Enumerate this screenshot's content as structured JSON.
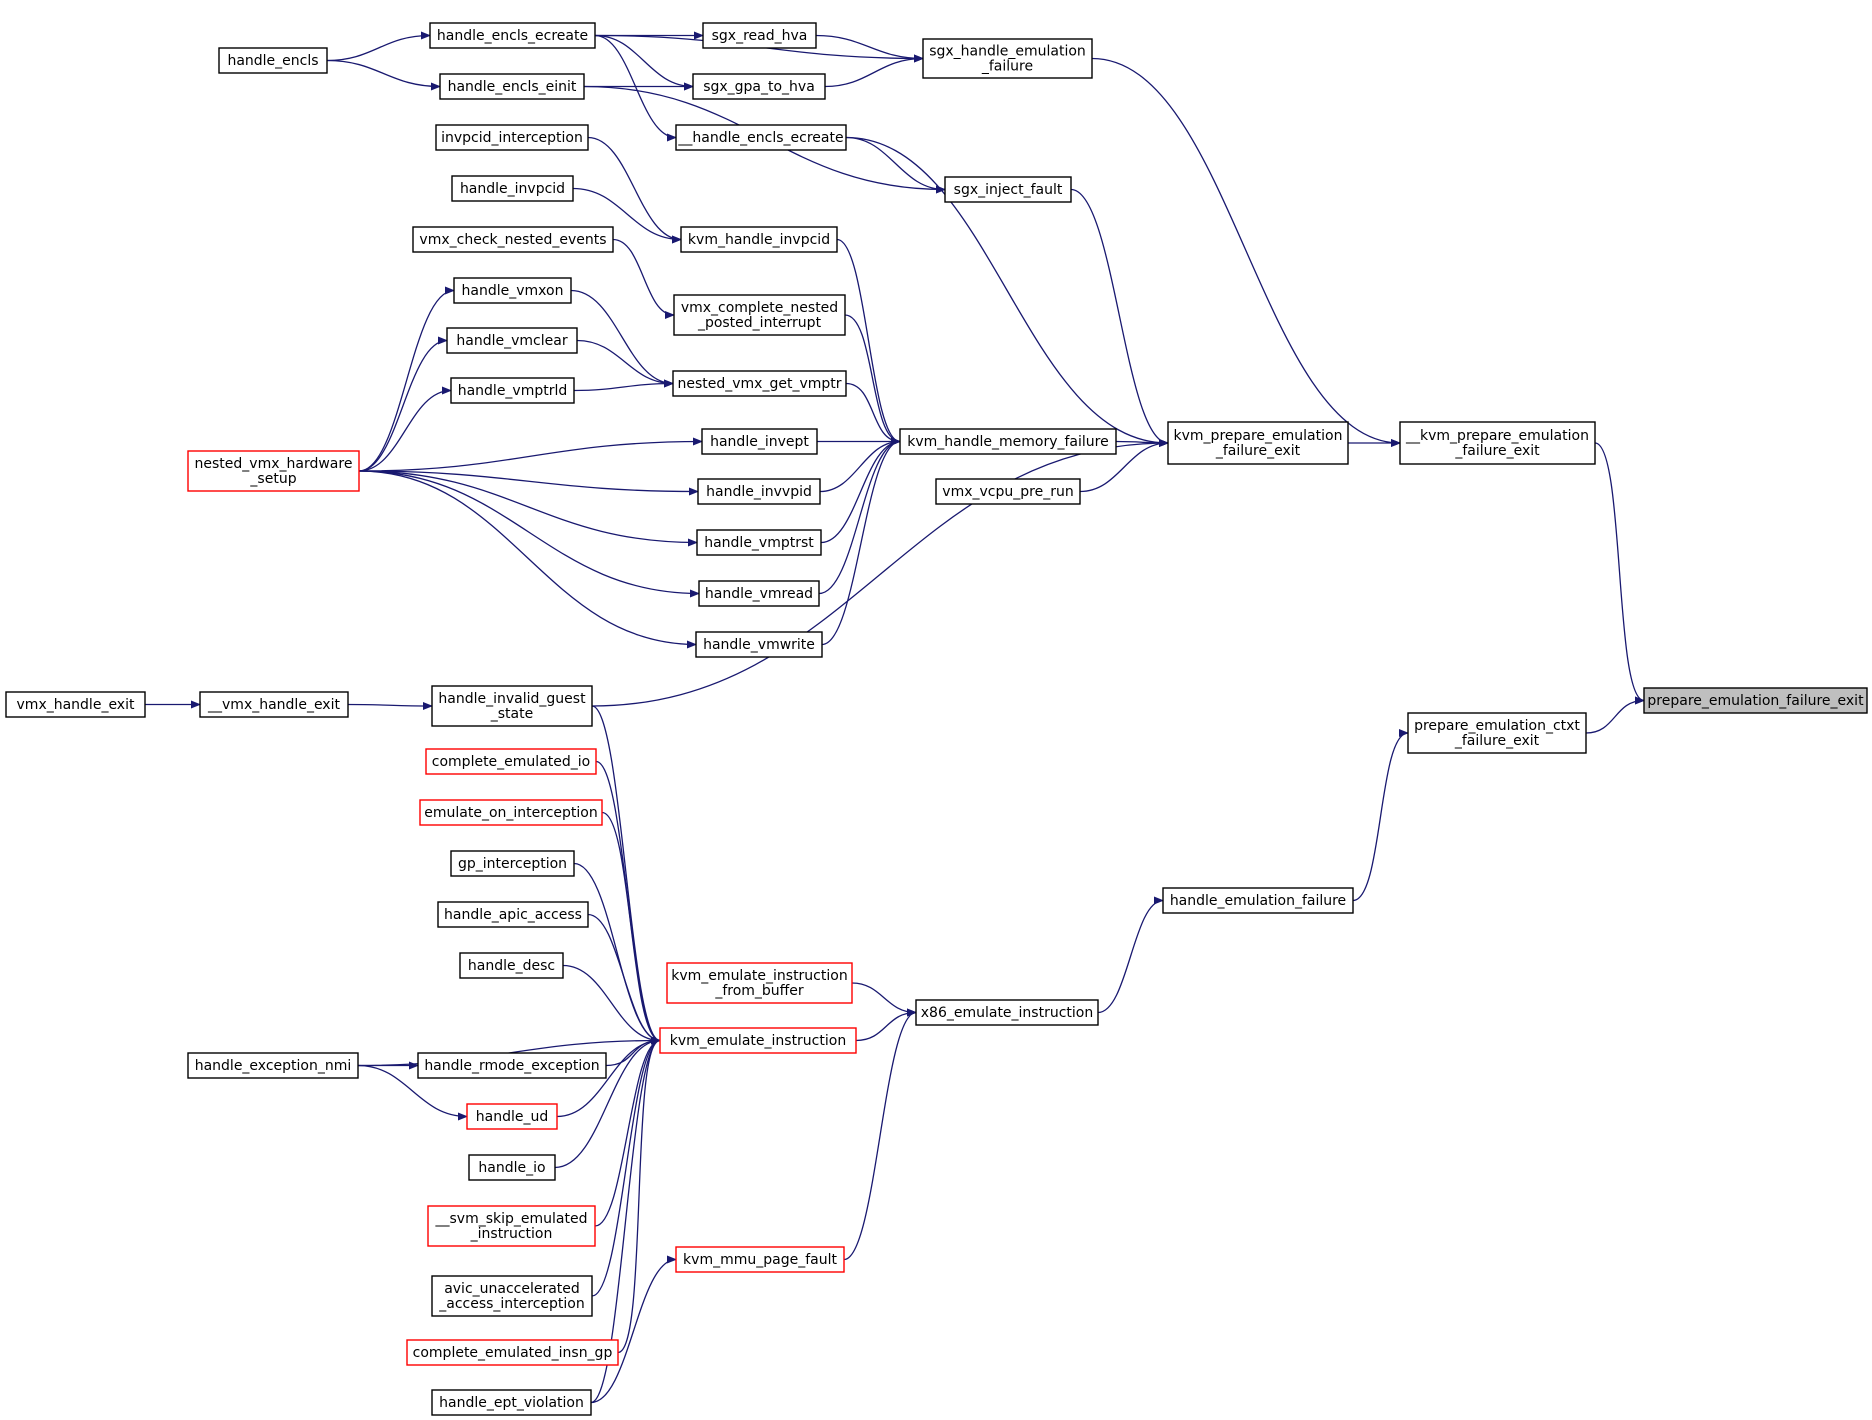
{
  "colors": {
    "edge": "#191970",
    "node_border": "#000000",
    "node_border_partial": "#ff0000",
    "root_fill": "#bfbfbf",
    "node_fill": "#ffffff"
  },
  "graph": {
    "root": "prepare_emulation_failure_exit",
    "nodes": [
      {
        "id": "prepare_emulation_failure_exit",
        "lines": [
          "prepare_emulation_failure_exit"
        ],
        "root": true
      },
      {
        "id": "__kvm_prepare_emulation_failure_exit",
        "lines": [
          "__kvm_prepare_emulation",
          "_failure_exit"
        ]
      },
      {
        "id": "prepare_emulation_ctxt_failure_exit",
        "lines": [
          "prepare_emulation_ctxt",
          "_failure_exit"
        ]
      },
      {
        "id": "kvm_prepare_emulation_failure_exit",
        "lines": [
          "kvm_prepare_emulation",
          "_failure_exit"
        ]
      },
      {
        "id": "sgx_handle_emulation_failure",
        "lines": [
          "sgx_handle_emulation",
          "_failure"
        ]
      },
      {
        "id": "handle_emulation_failure",
        "lines": [
          "handle_emulation_failure"
        ]
      },
      {
        "id": "x86_emulate_instruction",
        "lines": [
          "x86_emulate_instruction"
        ]
      },
      {
        "id": "kvm_handle_memory_failure",
        "lines": [
          "kvm_handle_memory_failure"
        ]
      },
      {
        "id": "vmx_vcpu_pre_run",
        "lines": [
          "vmx_vcpu_pre_run"
        ]
      },
      {
        "id": "sgx_inject_fault",
        "lines": [
          "sgx_inject_fault"
        ]
      },
      {
        "id": "handle_invalid_guest_state",
        "lines": [
          "handle_invalid_guest",
          "_state"
        ]
      },
      {
        "id": "__vmx_handle_exit",
        "lines": [
          "__vmx_handle_exit"
        ]
      },
      {
        "id": "vmx_handle_exit",
        "lines": [
          "vmx_handle_exit"
        ]
      },
      {
        "id": "handle_encls_ecreate",
        "lines": [
          "handle_encls_ecreate"
        ]
      },
      {
        "id": "handle_encls_einit",
        "lines": [
          "handle_encls_einit"
        ]
      },
      {
        "id": "handle_encls",
        "lines": [
          "handle_encls"
        ]
      },
      {
        "id": "sgx_read_hva",
        "lines": [
          "sgx_read_hva"
        ]
      },
      {
        "id": "sgx_gpa_to_hva",
        "lines": [
          "sgx_gpa_to_hva"
        ]
      },
      {
        "id": "__handle_encls_ecreate",
        "lines": [
          "__handle_encls_ecreate"
        ]
      },
      {
        "id": "kvm_handle_invpcid",
        "lines": [
          "kvm_handle_invpcid"
        ]
      },
      {
        "id": "invpcid_interception",
        "lines": [
          "invpcid_interception"
        ]
      },
      {
        "id": "handle_invpcid",
        "lines": [
          "handle_invpcid"
        ]
      },
      {
        "id": "vmx_complete_nested_posted_interrupt",
        "lines": [
          "vmx_complete_nested",
          "_posted_interrupt"
        ]
      },
      {
        "id": "vmx_check_nested_events",
        "lines": [
          "vmx_check_nested_events"
        ]
      },
      {
        "id": "nested_vmx_get_vmptr",
        "lines": [
          "nested_vmx_get_vmptr"
        ]
      },
      {
        "id": "handle_vmxon",
        "lines": [
          "handle_vmxon"
        ]
      },
      {
        "id": "handle_vmclear",
        "lines": [
          "handle_vmclear"
        ]
      },
      {
        "id": "handle_vmptrld",
        "lines": [
          "handle_vmptrld"
        ]
      },
      {
        "id": "handle_invept",
        "lines": [
          "handle_invept"
        ]
      },
      {
        "id": "handle_invvpid",
        "lines": [
          "handle_invvpid"
        ]
      },
      {
        "id": "handle_vmptrst",
        "lines": [
          "handle_vmptrst"
        ]
      },
      {
        "id": "handle_vmread",
        "lines": [
          "handle_vmread"
        ]
      },
      {
        "id": "handle_vmwrite",
        "lines": [
          "handle_vmwrite"
        ]
      },
      {
        "id": "nested_vmx_hardware_setup",
        "lines": [
          "nested_vmx_hardware",
          "_setup"
        ],
        "partial": true
      },
      {
        "id": "kvm_emulate_instruction_from_buffer",
        "lines": [
          "kvm_emulate_instruction",
          "_from_buffer"
        ],
        "partial": true
      },
      {
        "id": "kvm_emulate_instruction",
        "lines": [
          "kvm_emulate_instruction"
        ],
        "partial": true
      },
      {
        "id": "kvm_mmu_page_fault",
        "lines": [
          "kvm_mmu_page_fault"
        ],
        "partial": true
      },
      {
        "id": "complete_emulated_io",
        "lines": [
          "complete_emulated_io"
        ],
        "partial": true
      },
      {
        "id": "emulate_on_interception",
        "lines": [
          "emulate_on_interception"
        ],
        "partial": true
      },
      {
        "id": "gp_interception",
        "lines": [
          "gp_interception"
        ]
      },
      {
        "id": "handle_apic_access",
        "lines": [
          "handle_apic_access"
        ]
      },
      {
        "id": "handle_desc",
        "lines": [
          "handle_desc"
        ]
      },
      {
        "id": "handle_rmode_exception",
        "lines": [
          "handle_rmode_exception"
        ]
      },
      {
        "id": "handle_exception_nmi",
        "lines": [
          "handle_exception_nmi"
        ]
      },
      {
        "id": "handle_ud",
        "lines": [
          "handle_ud"
        ],
        "partial": true
      },
      {
        "id": "handle_io",
        "lines": [
          "handle_io"
        ]
      },
      {
        "id": "__svm_skip_emulated_instruction",
        "lines": [
          "__svm_skip_emulated",
          "_instruction"
        ],
        "partial": true
      },
      {
        "id": "avic_unaccelerated_access_interception",
        "lines": [
          "avic_unaccelerated",
          "_access_interception"
        ]
      },
      {
        "id": "complete_emulated_insn_gp",
        "lines": [
          "complete_emulated_insn_gp"
        ],
        "partial": true
      },
      {
        "id": "handle_ept_violation",
        "lines": [
          "handle_ept_violation"
        ]
      }
    ],
    "edges": [
      [
        "__kvm_prepare_emulation_failure_exit",
        "prepare_emulation_failure_exit"
      ],
      [
        "prepare_emulation_ctxt_failure_exit",
        "prepare_emulation_failure_exit"
      ],
      [
        "kvm_prepare_emulation_failure_exit",
        "__kvm_prepare_emulation_failure_exit"
      ],
      [
        "sgx_handle_emulation_failure",
        "__kvm_prepare_emulation_failure_exit"
      ],
      [
        "handle_emulation_failure",
        "prepare_emulation_ctxt_failure_exit"
      ],
      [
        "x86_emulate_instruction",
        "handle_emulation_failure"
      ],
      [
        "kvm_handle_memory_failure",
        "kvm_prepare_emulation_failure_exit"
      ],
      [
        "vmx_vcpu_pre_run",
        "kvm_prepare_emulation_failure_exit"
      ],
      [
        "sgx_inject_fault",
        "kvm_prepare_emulation_failure_exit"
      ],
      [
        "__handle_encls_ecreate",
        "kvm_prepare_emulation_failure_exit"
      ],
      [
        "handle_invalid_guest_state",
        "kvm_prepare_emulation_failure_exit"
      ],
      [
        "__vmx_handle_exit",
        "handle_invalid_guest_state"
      ],
      [
        "vmx_handle_exit",
        "__vmx_handle_exit"
      ],
      [
        "handle_encls_ecreate",
        "sgx_handle_emulation_failure"
      ],
      [
        "sgx_read_hva",
        "sgx_handle_emulation_failure"
      ],
      [
        "sgx_gpa_to_hva",
        "sgx_handle_emulation_failure"
      ],
      [
        "handle_encls_ecreate",
        "sgx_read_hva"
      ],
      [
        "handle_encls_ecreate",
        "sgx_gpa_to_hva"
      ],
      [
        "handle_encls_einit",
        "sgx_gpa_to_hva"
      ],
      [
        "handle_encls",
        "handle_encls_ecreate"
      ],
      [
        "handle_encls",
        "handle_encls_einit"
      ],
      [
        "handle_encls_ecreate",
        "__handle_encls_ecreate"
      ],
      [
        "__handle_encls_ecreate",
        "sgx_inject_fault"
      ],
      [
        "handle_encls_einit",
        "sgx_inject_fault"
      ],
      [
        "invpcid_interception",
        "kvm_handle_invpcid"
      ],
      [
        "handle_invpcid",
        "kvm_handle_invpcid"
      ],
      [
        "kvm_handle_invpcid",
        "kvm_handle_memory_failure"
      ],
      [
        "vmx_check_nested_events",
        "vmx_complete_nested_posted_interrupt"
      ],
      [
        "vmx_complete_nested_posted_interrupt",
        "kvm_handle_memory_failure"
      ],
      [
        "handle_vmxon",
        "nested_vmx_get_vmptr"
      ],
      [
        "handle_vmclear",
        "nested_vmx_get_vmptr"
      ],
      [
        "handle_vmptrld",
        "nested_vmx_get_vmptr"
      ],
      [
        "nested_vmx_get_vmptr",
        "kvm_handle_memory_failure"
      ],
      [
        "handle_invept",
        "kvm_handle_memory_failure"
      ],
      [
        "handle_invvpid",
        "kvm_handle_memory_failure"
      ],
      [
        "handle_vmptrst",
        "kvm_handle_memory_failure"
      ],
      [
        "handle_vmread",
        "kvm_handle_memory_failure"
      ],
      [
        "handle_vmwrite",
        "kvm_handle_memory_failure"
      ],
      [
        "nested_vmx_hardware_setup",
        "handle_vmxon"
      ],
      [
        "nested_vmx_hardware_setup",
        "handle_vmclear"
      ],
      [
        "nested_vmx_hardware_setup",
        "handle_vmptrld"
      ],
      [
        "nested_vmx_hardware_setup",
        "handle_invept"
      ],
      [
        "nested_vmx_hardware_setup",
        "handle_invvpid"
      ],
      [
        "nested_vmx_hardware_setup",
        "handle_vmptrst"
      ],
      [
        "nested_vmx_hardware_setup",
        "handle_vmread"
      ],
      [
        "nested_vmx_hardware_setup",
        "handle_vmwrite"
      ],
      [
        "kvm_emulate_instruction_from_buffer",
        "x86_emulate_instruction"
      ],
      [
        "kvm_emulate_instruction",
        "x86_emulate_instruction"
      ],
      [
        "kvm_mmu_page_fault",
        "x86_emulate_instruction"
      ],
      [
        "handle_invalid_guest_state",
        "kvm_emulate_instruction"
      ],
      [
        "complete_emulated_io",
        "kvm_emulate_instruction"
      ],
      [
        "emulate_on_interception",
        "kvm_emulate_instruction"
      ],
      [
        "gp_interception",
        "kvm_emulate_instruction"
      ],
      [
        "handle_apic_access",
        "kvm_emulate_instruction"
      ],
      [
        "handle_desc",
        "kvm_emulate_instruction"
      ],
      [
        "handle_exception_nmi",
        "kvm_emulate_instruction"
      ],
      [
        "handle_rmode_exception",
        "kvm_emulate_instruction"
      ],
      [
        "handle_ud",
        "kvm_emulate_instruction"
      ],
      [
        "handle_io",
        "kvm_emulate_instruction"
      ],
      [
        "__svm_skip_emulated_instruction",
        "kvm_emulate_instruction"
      ],
      [
        "avic_unaccelerated_access_interception",
        "kvm_emulate_instruction"
      ],
      [
        "complete_emulated_insn_gp",
        "kvm_emulate_instruction"
      ],
      [
        "handle_ept_violation",
        "kvm_emulate_instruction"
      ],
      [
        "handle_ept_violation",
        "kvm_mmu_page_fault"
      ],
      [
        "handle_exception_nmi",
        "handle_rmode_exception"
      ],
      [
        "handle_exception_nmi",
        "handle_ud"
      ]
    ]
  }
}
